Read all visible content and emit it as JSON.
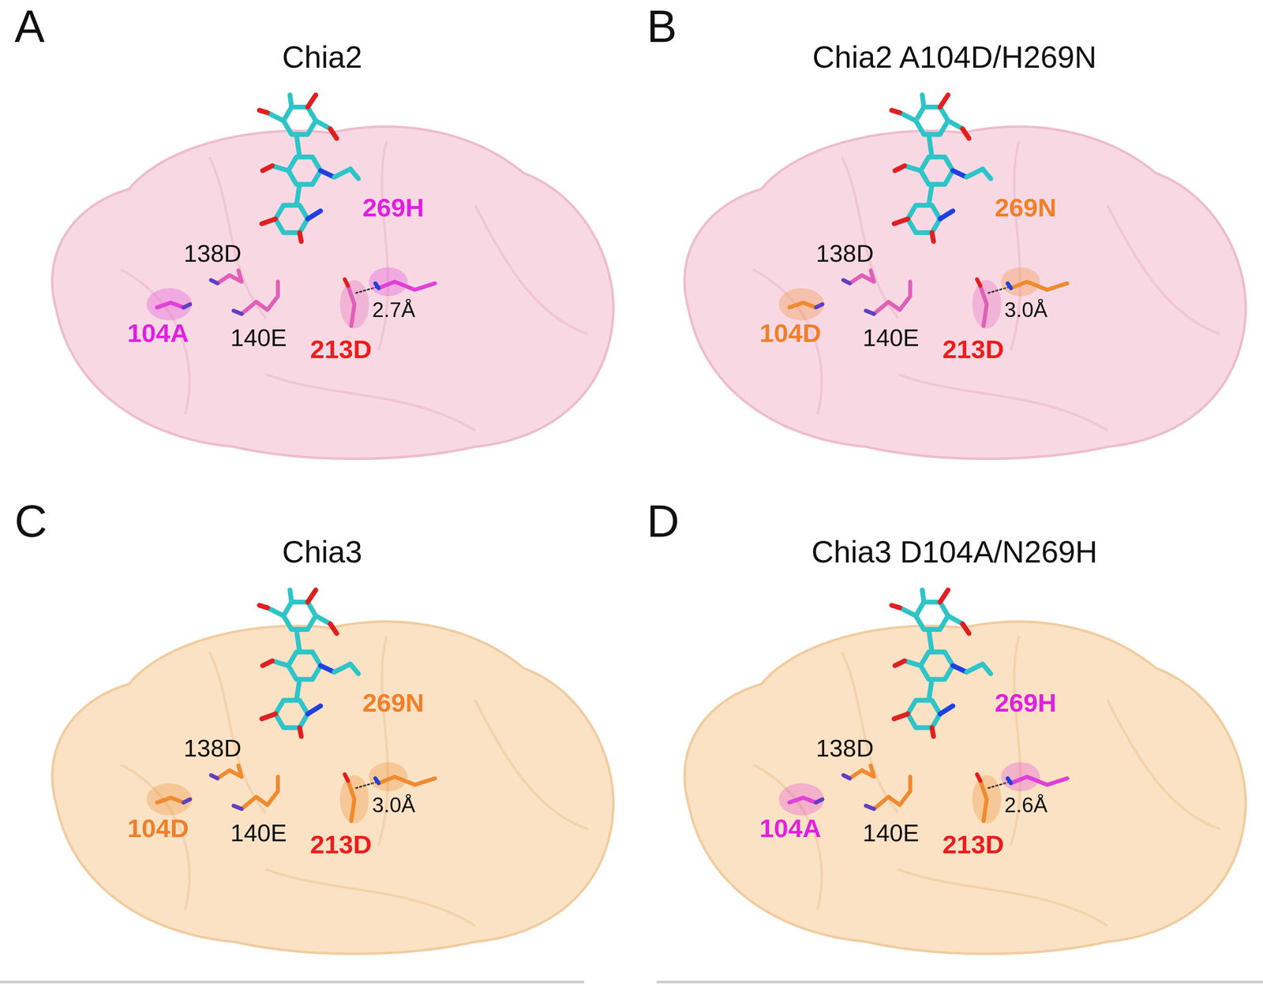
{
  "diagram": {
    "nodes": [
      {
        "text": [
          "Chia2"
        ]
      },
      {
        "text": [
          "Chia2 A104D/H269N"
        ]
      },
      {
        "text": [
          "Chia3"
        ]
      },
      {
        "text": [
          "Chia3 D104A/N269H"
        ]
      }
    ],
    "labels": [
      "A",
      "138D",
      "269H",
      "104A",
      "140E",
      "213D",
      "2.7Å",
      "B",
      "138D",
      "269N",
      "104D",
      "140E",
      "213D",
      "3.0Å",
      "C",
      "138D",
      "269N",
      "104D",
      "140E",
      "213D",
      "3.0Å",
      "D",
      "138D",
      "269H",
      "104A",
      "140E",
      "213D",
      "2.6Å"
    ]
  }
}
